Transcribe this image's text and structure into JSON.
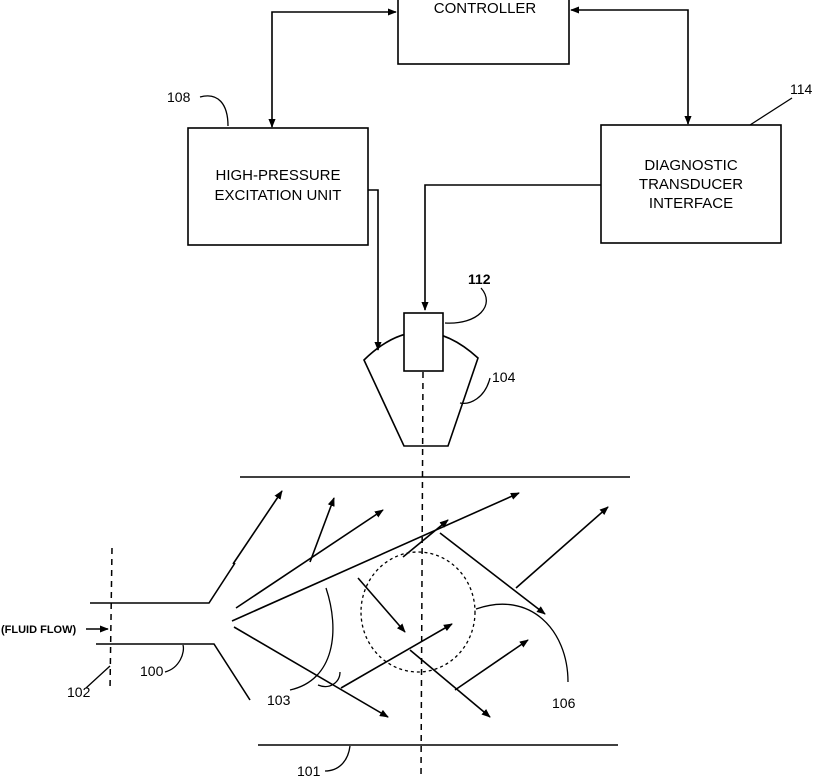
{
  "boxes": {
    "controller": "CONTROLLER",
    "excitation_unit": [
      "HIGH-PRESSURE",
      "EXCITATION UNIT"
    ],
    "diagnostic_interface": [
      "DIAGNOSTIC",
      "TRANSDUCER",
      "INTERFACE"
    ]
  },
  "refs": {
    "excitation_unit": "108",
    "diagnostic_interface": "114",
    "diagnostic_transducer": "112",
    "therapy_transducer": "104",
    "focal_region": "106",
    "vessel_wall_bottom": "101",
    "inlet_plane": "102",
    "vessel_inlet": "100",
    "cavitation_paths": "103"
  },
  "labels": {
    "fluid_flow": "(FLUID FLOW)"
  }
}
